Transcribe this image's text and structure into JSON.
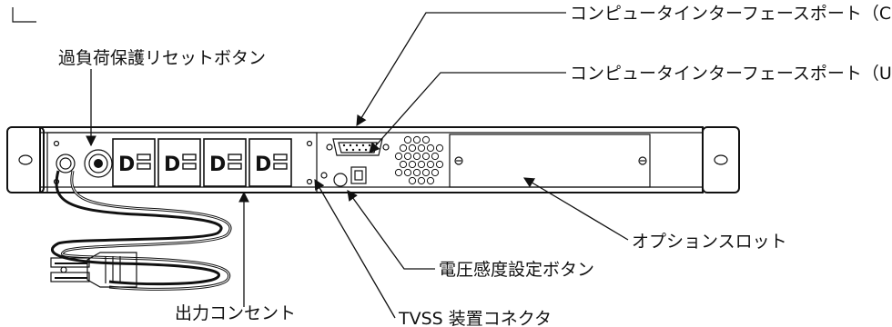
{
  "labels": {
    "com_port": "コンピュータインターフェースポート（COM）",
    "usb_port": "コンピュータインターフェースポート（USB）",
    "overload_reset": "過負荷保護リセットボタン",
    "option_slot": "オプションスロット",
    "sensitivity_button": "電圧感度設定ボタン",
    "outlets": "出力コンセント",
    "tvss_connector": "TVSS 装置コネクタ"
  },
  "outlet_letter": "D"
}
